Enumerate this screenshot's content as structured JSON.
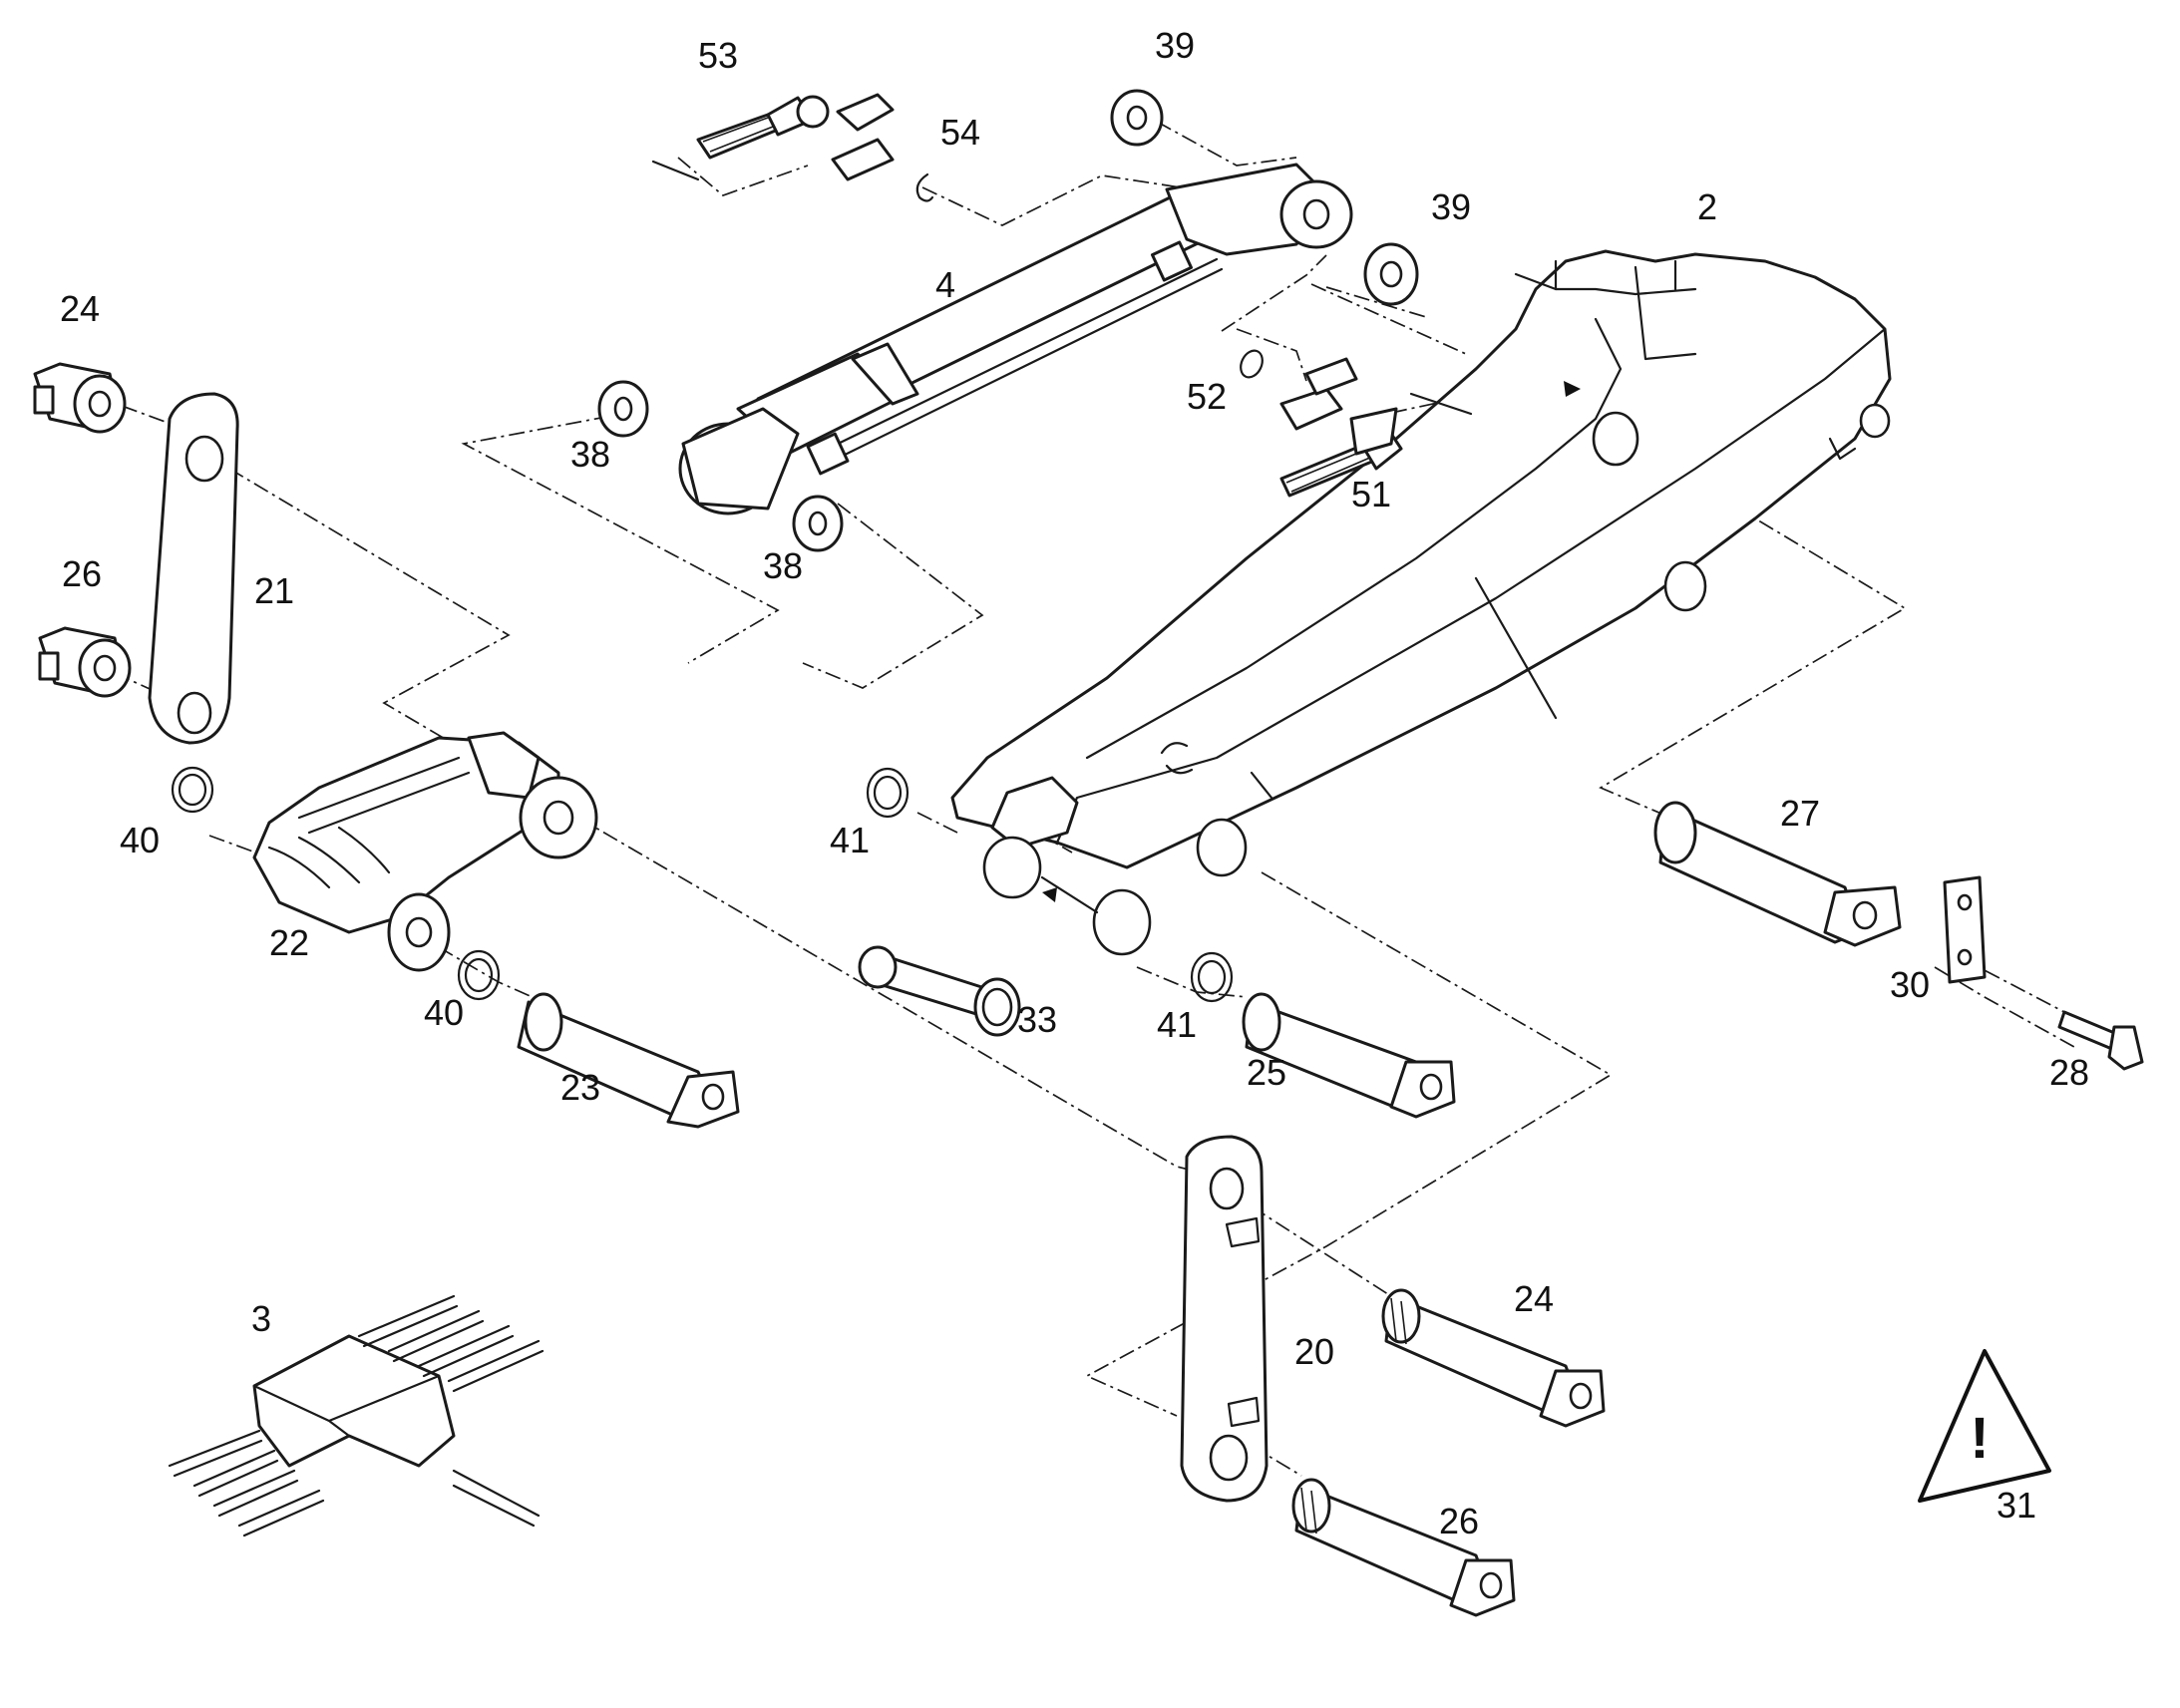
{
  "callouts": [
    {
      "id": "53",
      "label": "53"
    },
    {
      "id": "54",
      "label": "54"
    },
    {
      "id": "39a",
      "label": "39"
    },
    {
      "id": "39b",
      "label": "39"
    },
    {
      "id": "2",
      "label": "2"
    },
    {
      "id": "4",
      "label": "4"
    },
    {
      "id": "24a",
      "label": "24"
    },
    {
      "id": "52",
      "label": "52"
    },
    {
      "id": "51",
      "label": "51"
    },
    {
      "id": "38a",
      "label": "38"
    },
    {
      "id": "38b",
      "label": "38"
    },
    {
      "id": "21",
      "label": "21"
    },
    {
      "id": "26a",
      "label": "26"
    },
    {
      "id": "40a",
      "label": "40"
    },
    {
      "id": "41a",
      "label": "41"
    },
    {
      "id": "27",
      "label": "27"
    },
    {
      "id": "22",
      "label": "22"
    },
    {
      "id": "33",
      "label": "33"
    },
    {
      "id": "40b",
      "label": "40"
    },
    {
      "id": "41b",
      "label": "41"
    },
    {
      "id": "30",
      "label": "30"
    },
    {
      "id": "23",
      "label": "23"
    },
    {
      "id": "25",
      "label": "25"
    },
    {
      "id": "28",
      "label": "28"
    },
    {
      "id": "24b",
      "label": "24"
    },
    {
      "id": "3",
      "label": "3"
    },
    {
      "id": "20",
      "label": "20"
    },
    {
      "id": "31",
      "label": "31"
    },
    {
      "id": "26b",
      "label": "26"
    }
  ],
  "warning_symbol": {
    "icon": "warning-triangle-icon",
    "glyph": "!"
  }
}
